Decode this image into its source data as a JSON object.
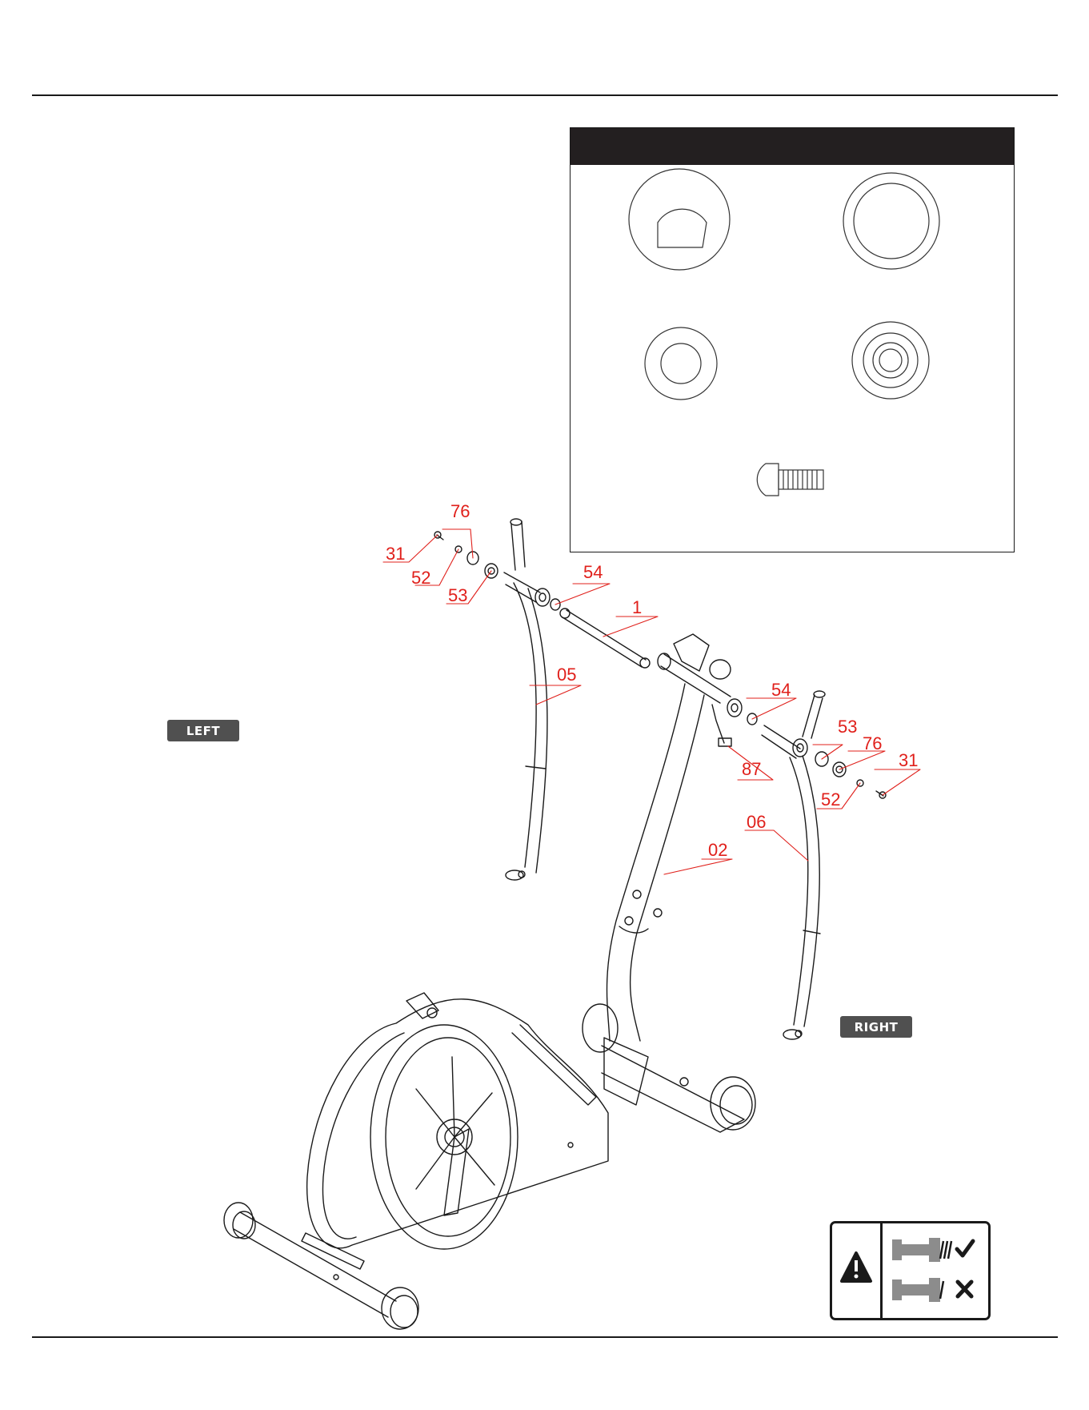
{
  "callouts": {
    "c31_left": "31",
    "c52_left": "52",
    "c53_left": "53",
    "c76_left": "76",
    "c54_left": "54",
    "c1": "1",
    "c05": "05",
    "c54_right": "54",
    "c53_right": "53",
    "c76_right": "76",
    "c31_right": "31",
    "c52_right": "52",
    "c87": "87",
    "c06": "06",
    "c02": "02"
  },
  "labels": {
    "left": "LEFT",
    "right": "RIGHT"
  },
  "colors": {
    "callout": "#e0201b",
    "line": "#1a1a1a",
    "tag_bg": "#505050",
    "header_bg": "#231f20"
  },
  "icons": {
    "warning": "warning-triangle-icon",
    "correct": "checkmark-icon",
    "incorrect": "cross-icon"
  }
}
